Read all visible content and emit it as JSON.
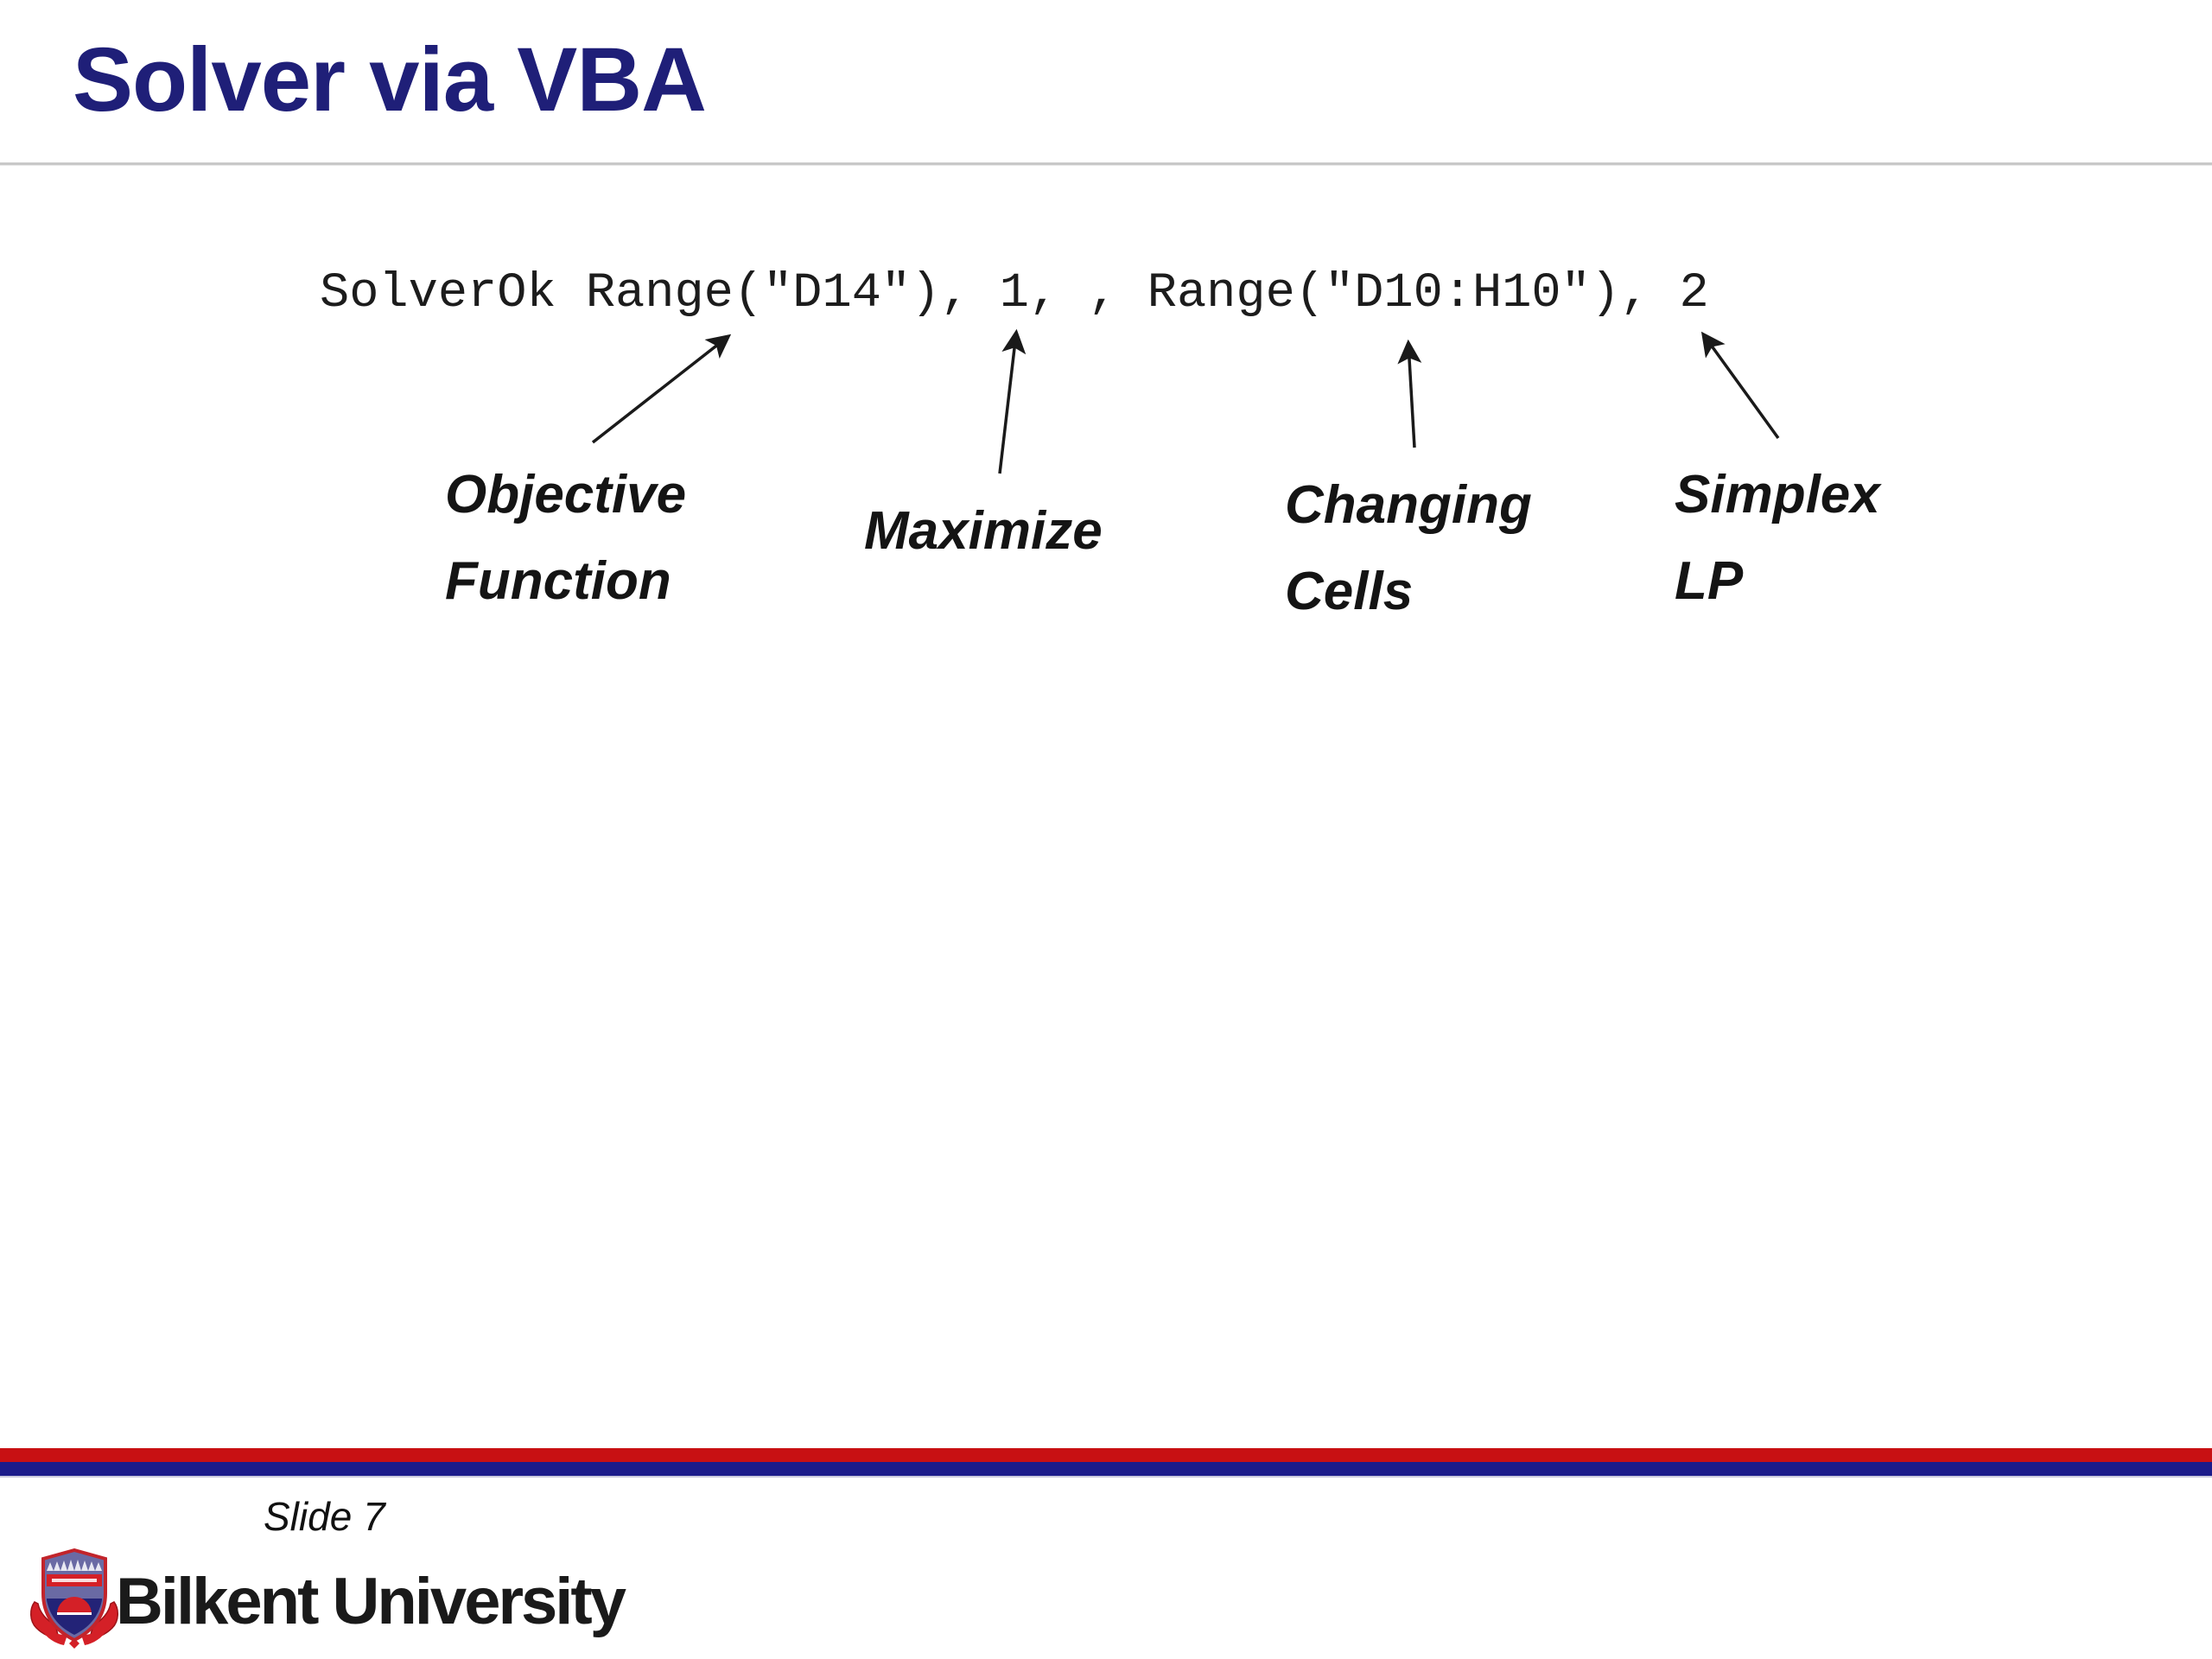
{
  "title": "Solver via VBA",
  "code_line": "SolverOk Range(\"D14\"), 1, , Range(\"D10:H10\"), 2",
  "annotations": {
    "objective": "Objective\nFunction",
    "maximize": "Maximize",
    "changing": "Changing\nCells",
    "simplex": "Simplex\nLP"
  },
  "footer": {
    "slide_number": "Slide 7",
    "university": "Bilkent University"
  },
  "colors": {
    "title_navy": "#1F1F78",
    "bar_red": "#C81013",
    "bar_blue": "#1B1B8A",
    "code_text": "#1C1C1C",
    "separator_gray": "#C8C8C8",
    "arrow_black": "#1A1A1A"
  }
}
